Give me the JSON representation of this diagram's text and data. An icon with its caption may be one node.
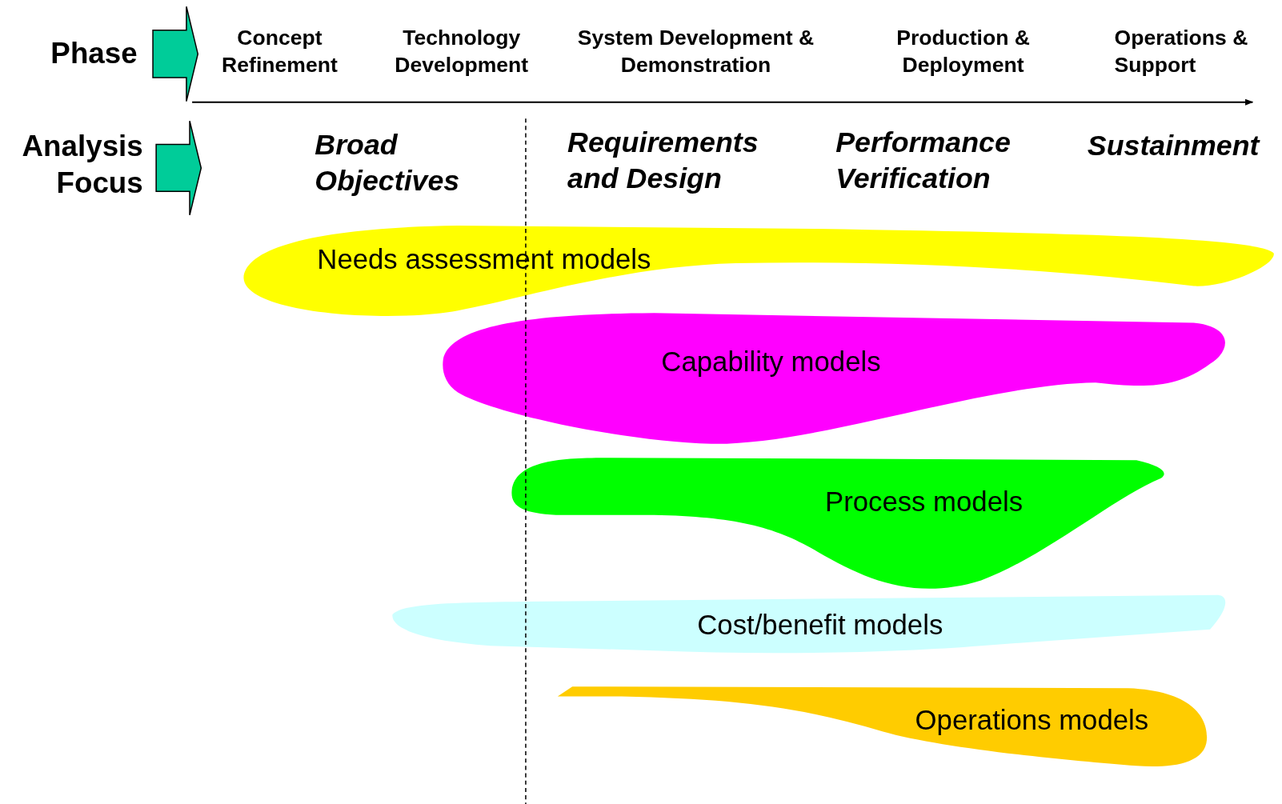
{
  "diagram": {
    "nodes": [
      {
        "text": [
          "Needs assessment models"
        ]
      },
      {
        "text": [
          "Capability models"
        ]
      },
      {
        "text": [
          "Process models"
        ]
      },
      {
        "text": [
          "Cost/benefit models"
        ]
      },
      {
        "text": [
          "Operations models"
        ]
      }
    ],
    "labels": [
      "Phase",
      "Concept Refinement",
      "Technology Development",
      "System Development & Demonstration",
      "Production & Deployment",
      "Operations & Support",
      "Analysis Focus",
      "Broad Objectives",
      "Requirements and Design",
      "Performance Verification",
      "Sustainment"
    ]
  }
}
